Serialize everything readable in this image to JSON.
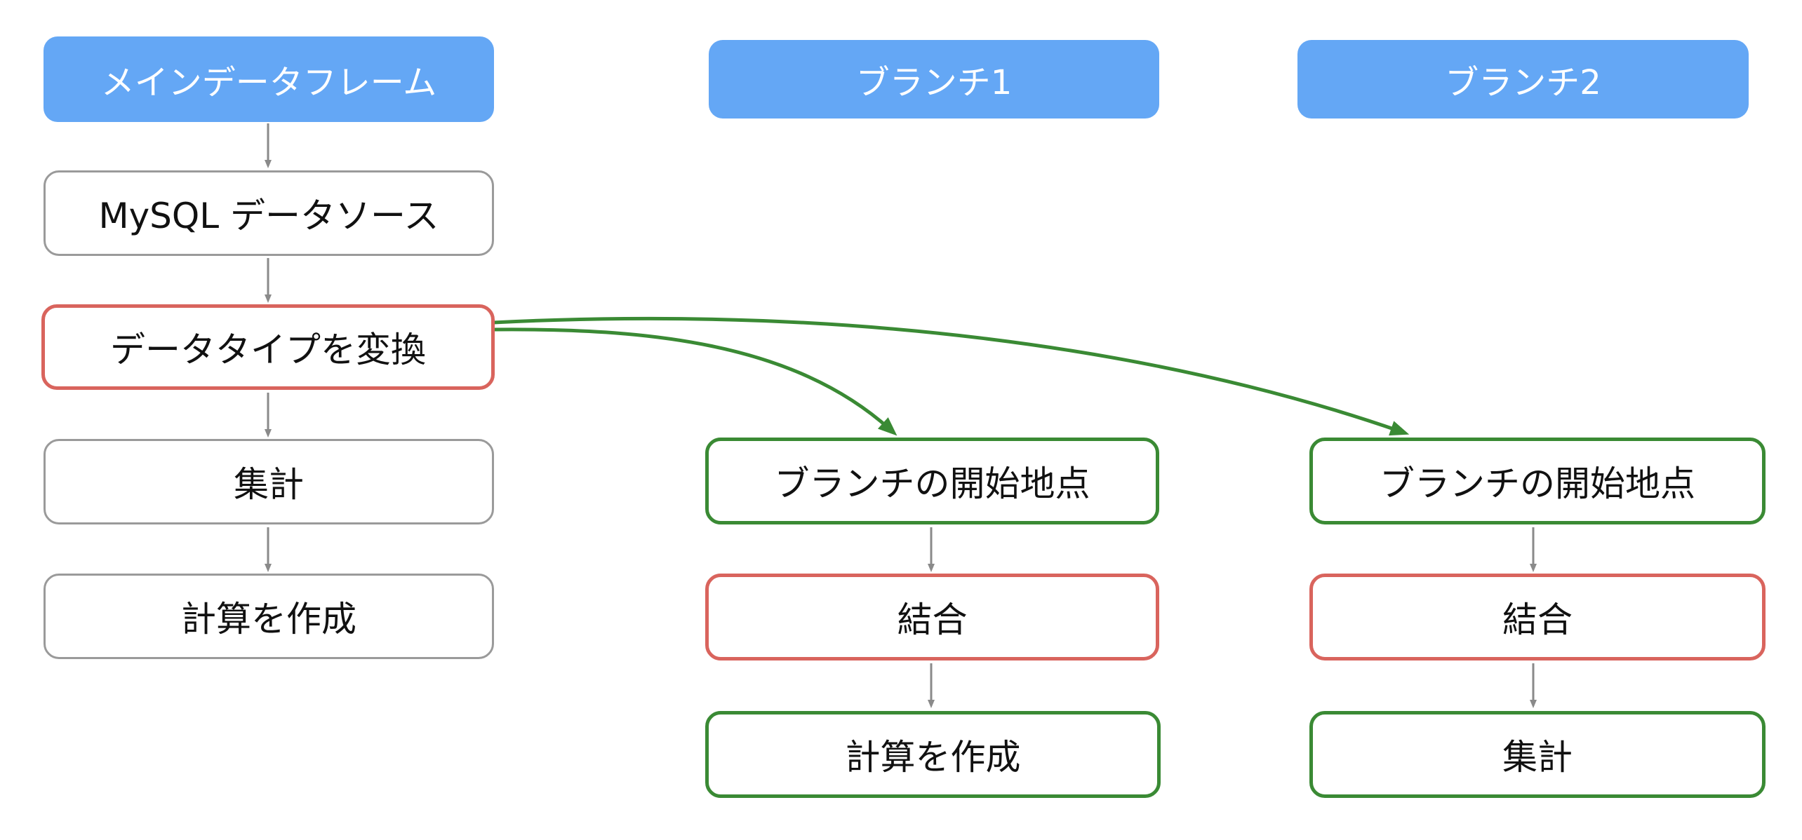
{
  "columns": {
    "main": {
      "header": "メインデータフレーム",
      "steps": [
        "MySQL データソース",
        "データタイプを変換",
        "集計",
        "計算を作成"
      ]
    },
    "branch1": {
      "header": "ブランチ1",
      "steps": [
        "ブランチの開始地点",
        "結合",
        "計算を作成"
      ]
    },
    "branch2": {
      "header": "ブランチ2",
      "steps": [
        "ブランチの開始地点",
        "結合",
        "集計"
      ]
    }
  },
  "colors": {
    "header_fill": "#64a7f5",
    "header_text": "#ffffff",
    "plain_border": "#9a9a9a",
    "modified_border": "#d9645d",
    "branch_border": "#3a8a34",
    "flow_arrow": "#8a8a8a",
    "branch_arrow": "#3a8a34"
  }
}
